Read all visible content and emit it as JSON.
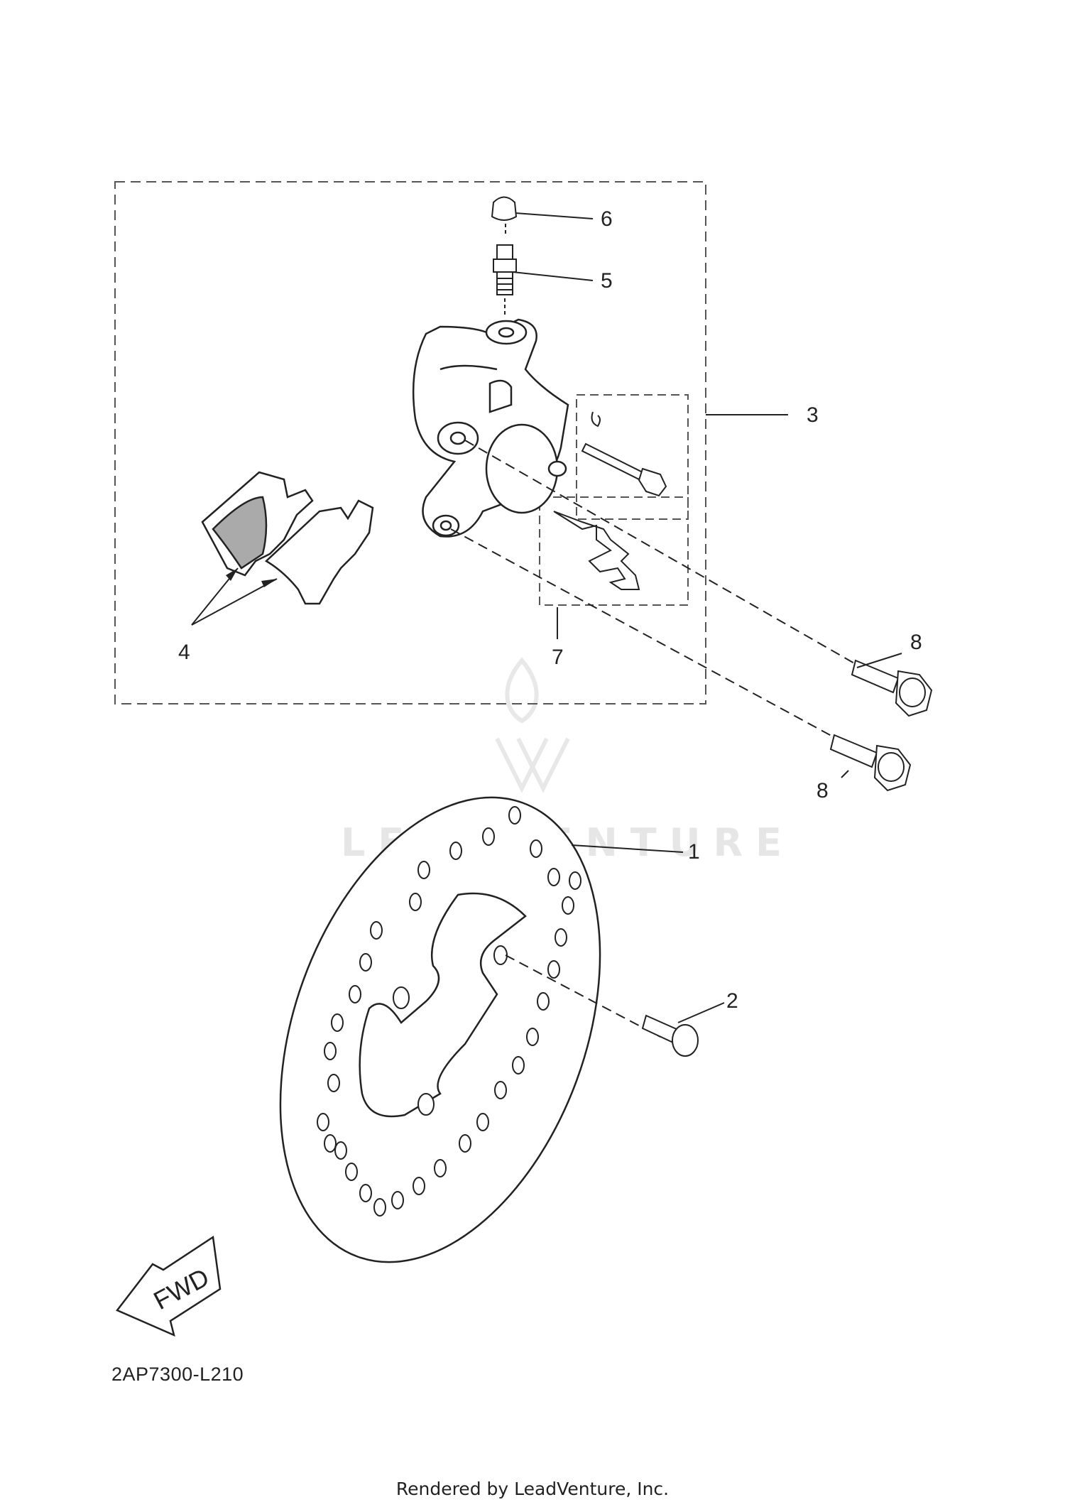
{
  "callouts": {
    "c1": "1",
    "c2": "2",
    "c3": "3",
    "c4": "4",
    "c5": "5",
    "c6": "6",
    "c7": "7",
    "c8a": "8",
    "c8b": "8"
  },
  "fwd_label": "FWD",
  "part_code": "2AP7300-L210",
  "watermark": "LEADVENTURE",
  "footer": "Rendered by LeadVenture, Inc."
}
